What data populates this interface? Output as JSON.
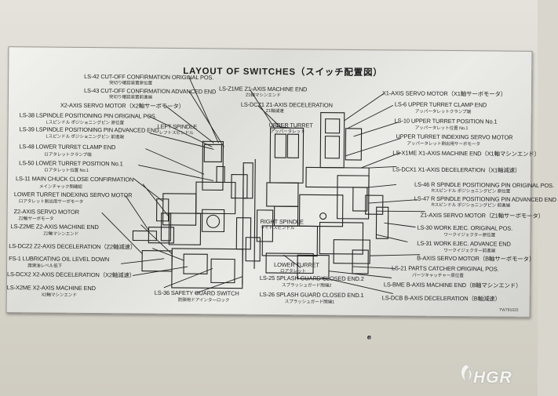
{
  "plate": {
    "title": "LAYOUT OF SWITCHES（スイッチ配置図）",
    "code": "TW791022"
  },
  "left_labels": [
    "LS-42  CUT-OFF CONFIRMATION ORIGINAL POS.",
    "LS-43  CUT-OFF CONFIRMATION ADVANCED END",
    "X2-AXIS SERVO MOTOR（X2軸サーボモータ）",
    "LS-38  LSPINDLE POSITIONING PIN ORIGINAL POS.",
    "LS-39  LSPINDLE POSITIONING PIN ADVANCED END",
    "LEFT SPINDLE",
    "LS-48  LOWER TURRET CLAMP END",
    "LS-50  LOWER TURRET POSITION No.1",
    "LS-11  MAIN CHUCK CLOSE CONFIRMATION",
    "LOWER TURRET INDEXING SERVO MOTOR",
    "Z2-AXIS SERVO MOTOR",
    "LS-Z2ME  Z2-AXIS MACHINE END",
    "LS-DCZ2  Z2-AXIS DECELERATION（Z2軸減速）",
    "FS-1  LUBRICATING OIL LEVEL DOWN",
    "LS-DCX2  X2-AXIS DECELERATION（X2軸減速）",
    "LS-X2ME  X2-AXIS MACHINE END",
    "LS-36  SAFETY GUARD SWITCH"
  ],
  "left_labels_jp": [
    "突切り確認装置原位置",
    "突切り確認装置前進端",
    "",
    "Lスピンドル ポジショニングピン 原位置",
    "Lスピンドル ポジショニングピン 前進端",
    "レフトスピンドル",
    "ロアタレットクランプ端",
    "ロアタレット位置 No.1",
    "メインチャック閉確認",
    "ロアタレット割出用サーボモータ",
    "Z2軸サーボモータ",
    "Z2軸マシンエンド",
    "",
    "潤滑油レベル低下",
    "",
    "X2軸マシンエンド",
    "防弾用ドアインターロック"
  ],
  "center_labels": [
    "LS-Z1ME  Z1-AXIS MACHINE END",
    "LS-DCZ1  Z1-AXIS DECELERATION",
    "UPPER TURRET",
    "RIGHT SPINDLE",
    "LOWER TURRET",
    "LS-25  SPLASH GUARD CLOSED END.2",
    "LS-26  SPLASH GUARD CLOSED END.1"
  ],
  "center_labels_jp": [
    "Z1軸マシンエンド",
    "Z1軸減速",
    "アッパータレット",
    "ライトスピンドル",
    "ロアタレット",
    "スプラッシュガード閉端2",
    "スプラッシュガード閉端1"
  ],
  "right_labels": [
    "X1-AXIS SERVO MOTOR（X1軸サーボモータ）",
    "LS-6  UPPER TURRET CLAMP END",
    "LS-10  UPPER TURRET POSITION No.1",
    "UPPER TURRET INDEXING SERVO MOTOR",
    "LS-X1ME  X1-AXIS MACHINE END（X1軸マシンエンド）",
    "LS-DCX1  X1-AXIS DECELERATION（X1軸減速）",
    "LS-46  R SPINDLE POSITIONING PIN ORIGINAL POS.",
    "LS-47  R SPINDLE POSITIONING PIN ADVANCED END",
    "Z1-AXIS SERVO MOTOR（Z1軸サーボモータ）",
    "LS-30  WORK EJEC. ORIGINAL POS.",
    "LS-31  WORK EJEC. ADVANCE END",
    "B-AXIS SERVO MOTOR（B軸サーボモータ）",
    "LS-21  PARTS CATCHER ORIGINAL POS.",
    "LS-BME  B-AXIS MACHINE END（B軸マシンエンド）",
    "LS-DCB  B-AXIS DECELERATION（B軸減速）"
  ],
  "right_labels_jp": [
    "",
    "アッパータレットクランプ端",
    "アッパータレット位置 No.1",
    "アッパータレット割出用サーボモータ",
    "",
    "",
    "Rスピンドル ポジショニングピン 原位置",
    "Rスピンドル ポジショニングピン 前進端",
    "",
    "ワークイジェクター原位置",
    "ワークイジェクター前進端",
    "",
    "パーツキャッチャー原位置",
    "",
    ""
  ],
  "watermark": "HGR"
}
